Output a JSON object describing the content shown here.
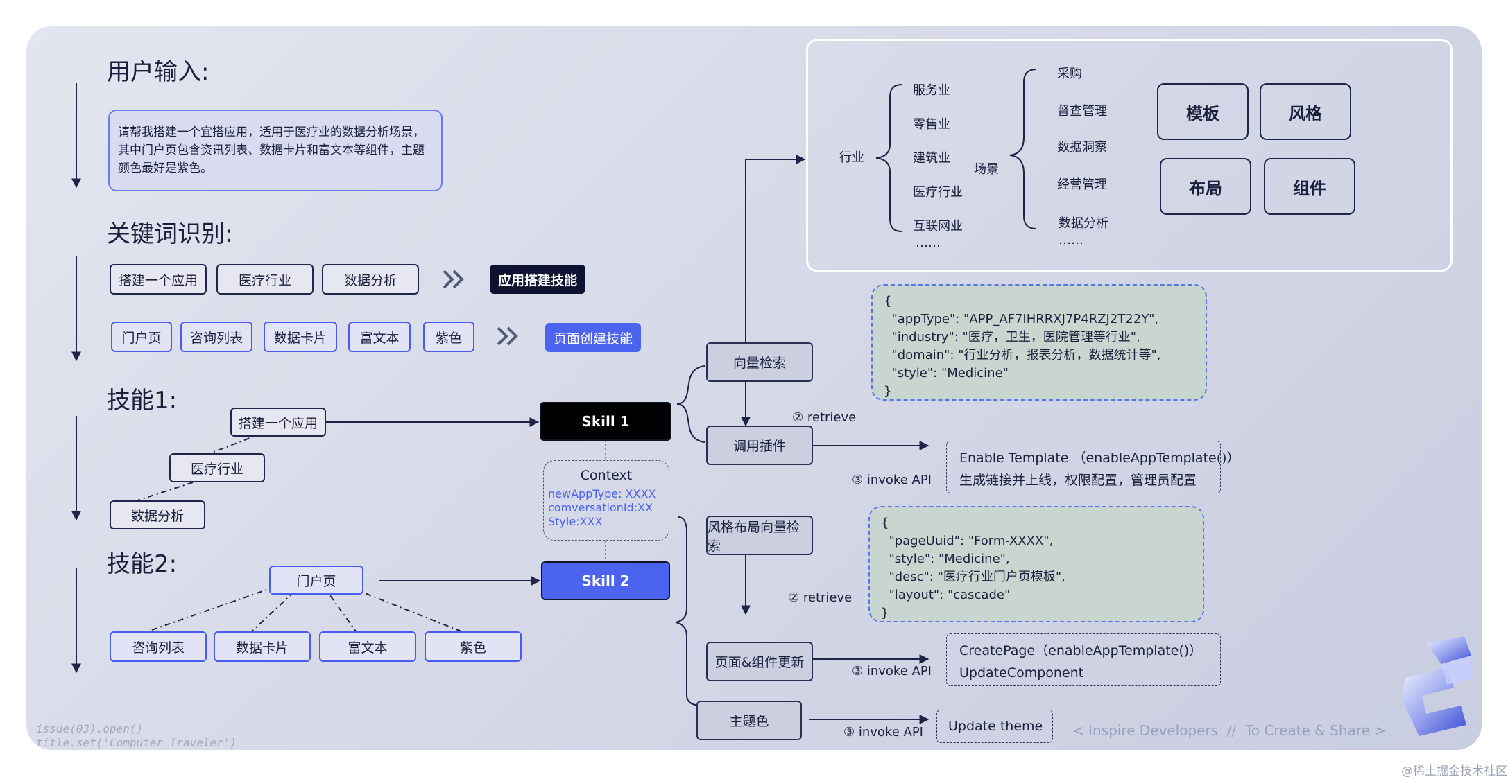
{
  "section_headings": {
    "user_input": "用户输入:",
    "keyword": "关键词识别:",
    "skill1": "技能1:",
    "skill2": "技能2:"
  },
  "user_input_text": "请帮我搭建一个宜搭应用，适用于医疗业的数据分析场景，其中门户页包含资讯列表、数据卡片和富文本等组件，主题颜色最好是紫色。",
  "keywords_row1": [
    "搭建一个应用",
    "医疗行业",
    "数据分析"
  ],
  "skill_app": "应用搭建技能",
  "keywords_row2": [
    "门户页",
    "咨询列表",
    "数据卡片",
    "富文本",
    "紫色"
  ],
  "skill_page": "页面创建技能",
  "skill1_nodes": {
    "app": "搭建一个应用",
    "industry": "医疗行业",
    "analysis": "数据分析"
  },
  "skill1_label": "Skill 1",
  "context": {
    "title": "Context",
    "lines": [
      "newAppType: XXXX",
      "comversationId:XX",
      "Style:XXX"
    ]
  },
  "skill2_label": "Skill 2",
  "skill2_nodes": {
    "root": "门户页",
    "children": [
      "咨询列表",
      "数据卡片",
      "富文本",
      "紫色"
    ]
  },
  "flow": {
    "vector_search": "向量检索",
    "call_plugin": "调用插件",
    "retrieve1": "② retrieve",
    "invoke1": "③ invoke API",
    "style_search": "风格布局向量检索",
    "retrieve2": "② retrieve",
    "page_update": "页面&组件更新",
    "invoke2": "③ invoke API",
    "theme": "主题色",
    "invoke3": "③ invoke API"
  },
  "json1": "{\n  \"appType\": \"APP_AF7IHRRXJ7P4RZJ2T22Y\",\n  \"industry\": \"医疗，卫生，医院管理等行业\",\n  \"domain\": \"行业分析，报表分析，数据统计等\",\n  \"style\": \"Medicine\"\n}",
  "json2": "{\n  \"pageUuid\": \"Form-XXXX\",\n  \"style\": \"Medicine\",\n  \"desc\": \"医疗行业门户页模板\",\n  \"layout\": \"cascade\"\n}",
  "api1": [
    "Enable Template （enableAppTemplate()）",
    "生成链接并上线，权限配置，管理员配置"
  ],
  "api2": [
    "CreatePage（enableAppTemplate()）",
    "UpdateComponent"
  ],
  "api3": "Update theme",
  "taxonomy": {
    "industry_label": "行业",
    "industries": [
      "服务业",
      "零售业",
      "建筑业",
      "医疗行业",
      "互联网业",
      "……"
    ],
    "scene_label": "场景",
    "scenes": [
      "采购",
      "督查管理",
      "数据洞察",
      "经营管理",
      "数据分析",
      "……"
    ],
    "tiles": [
      "模板",
      "风格",
      "布局",
      "组件"
    ]
  },
  "footer_code": [
    "issue(03).open()",
    "title.set('Computer Traveler')"
  ],
  "slogan": "< Inspire Developers  //  To Create & Share >",
  "watermark": "@稀土掘金技术社区",
  "colors": {
    "primary": "#4c63f0",
    "dark": "#0f1230",
    "json_bg": "#c9d5cf"
  }
}
